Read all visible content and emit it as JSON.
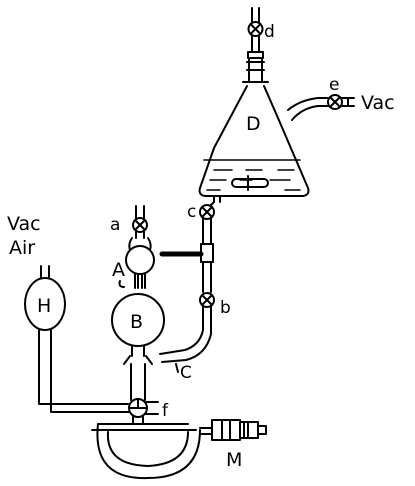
{
  "diagram": {
    "labels": {
      "flask": "D",
      "bulb_a": "A",
      "bulb_b": "B",
      "bulb_h": "H",
      "part_c": "C",
      "part_m": "M",
      "valve_a": "a",
      "valve_b": "b",
      "valve_c": "c",
      "valve_d": "d",
      "valve_e": "e",
      "valve_f": "f",
      "vac_right": "Vac",
      "vac_left": "Vac",
      "air_left": "Air"
    },
    "colors": {
      "ink": "#000000",
      "background": "#ffffff"
    },
    "icons": {
      "valve": "stopcock-valve-icon",
      "stirrer": "stir-bar-icon",
      "micrometer": "micrometer-icon"
    }
  }
}
